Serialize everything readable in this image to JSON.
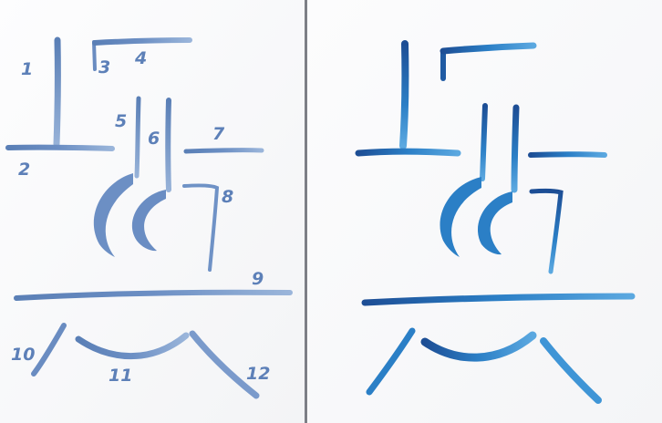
{
  "photo": {
    "paper_color": "#fbfbfc",
    "divider_color": "#7d7f86",
    "left_panel": {
      "label": "numbered stroke order",
      "ink_color": "#6487bd",
      "ink_light": "#8aa8d4",
      "numbers": [
        "1",
        "2",
        "3",
        "4",
        "5",
        "6",
        "7",
        "8",
        "9",
        "10",
        "11",
        "12"
      ]
    },
    "right_panel": {
      "label": "finished character",
      "ink_color": "#2b7fc6",
      "ink_dark": "#1d4e95",
      "ink_light": "#5ba8e0"
    }
  }
}
